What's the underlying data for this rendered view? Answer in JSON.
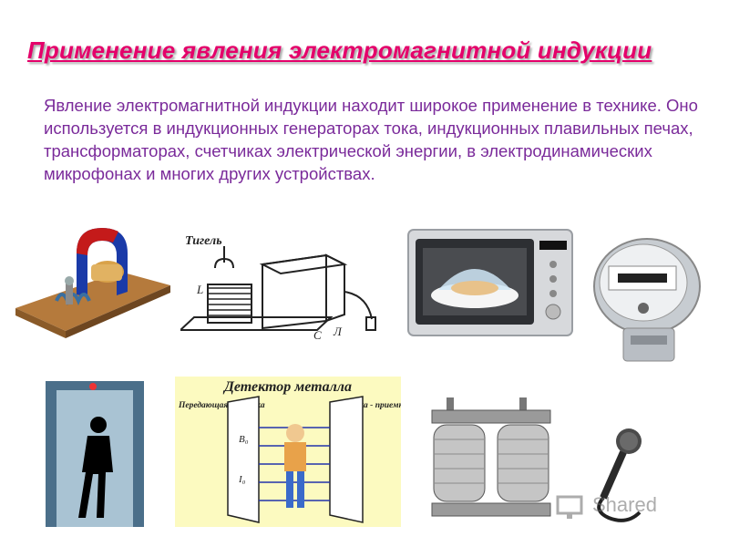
{
  "slide": {
    "title": "Применение явления электромагнитной индукции",
    "body": "Явление электромагнитной индукции находит широкое применение в технике. Оно используется в индукционных генераторах тока, индукционных плавильных печах, трансформаторах, счетчиках электрической энергии, в электродинамических микрофонах и многих других устройствах.",
    "furnace_labels": {
      "crucible": "Тигель",
      "l": "L",
      "c": "С",
      "lamp": "Л"
    },
    "detector": {
      "title": "Детектор металла",
      "transmit_coil": "Передающая катушка",
      "receive_coil": "Катушка - приемник",
      "b0": "B₀",
      "i0": "I₀"
    },
    "watermark": "Shared"
  },
  "colors": {
    "title": "#e4006a",
    "body_text": "#7a2a9a"
  }
}
